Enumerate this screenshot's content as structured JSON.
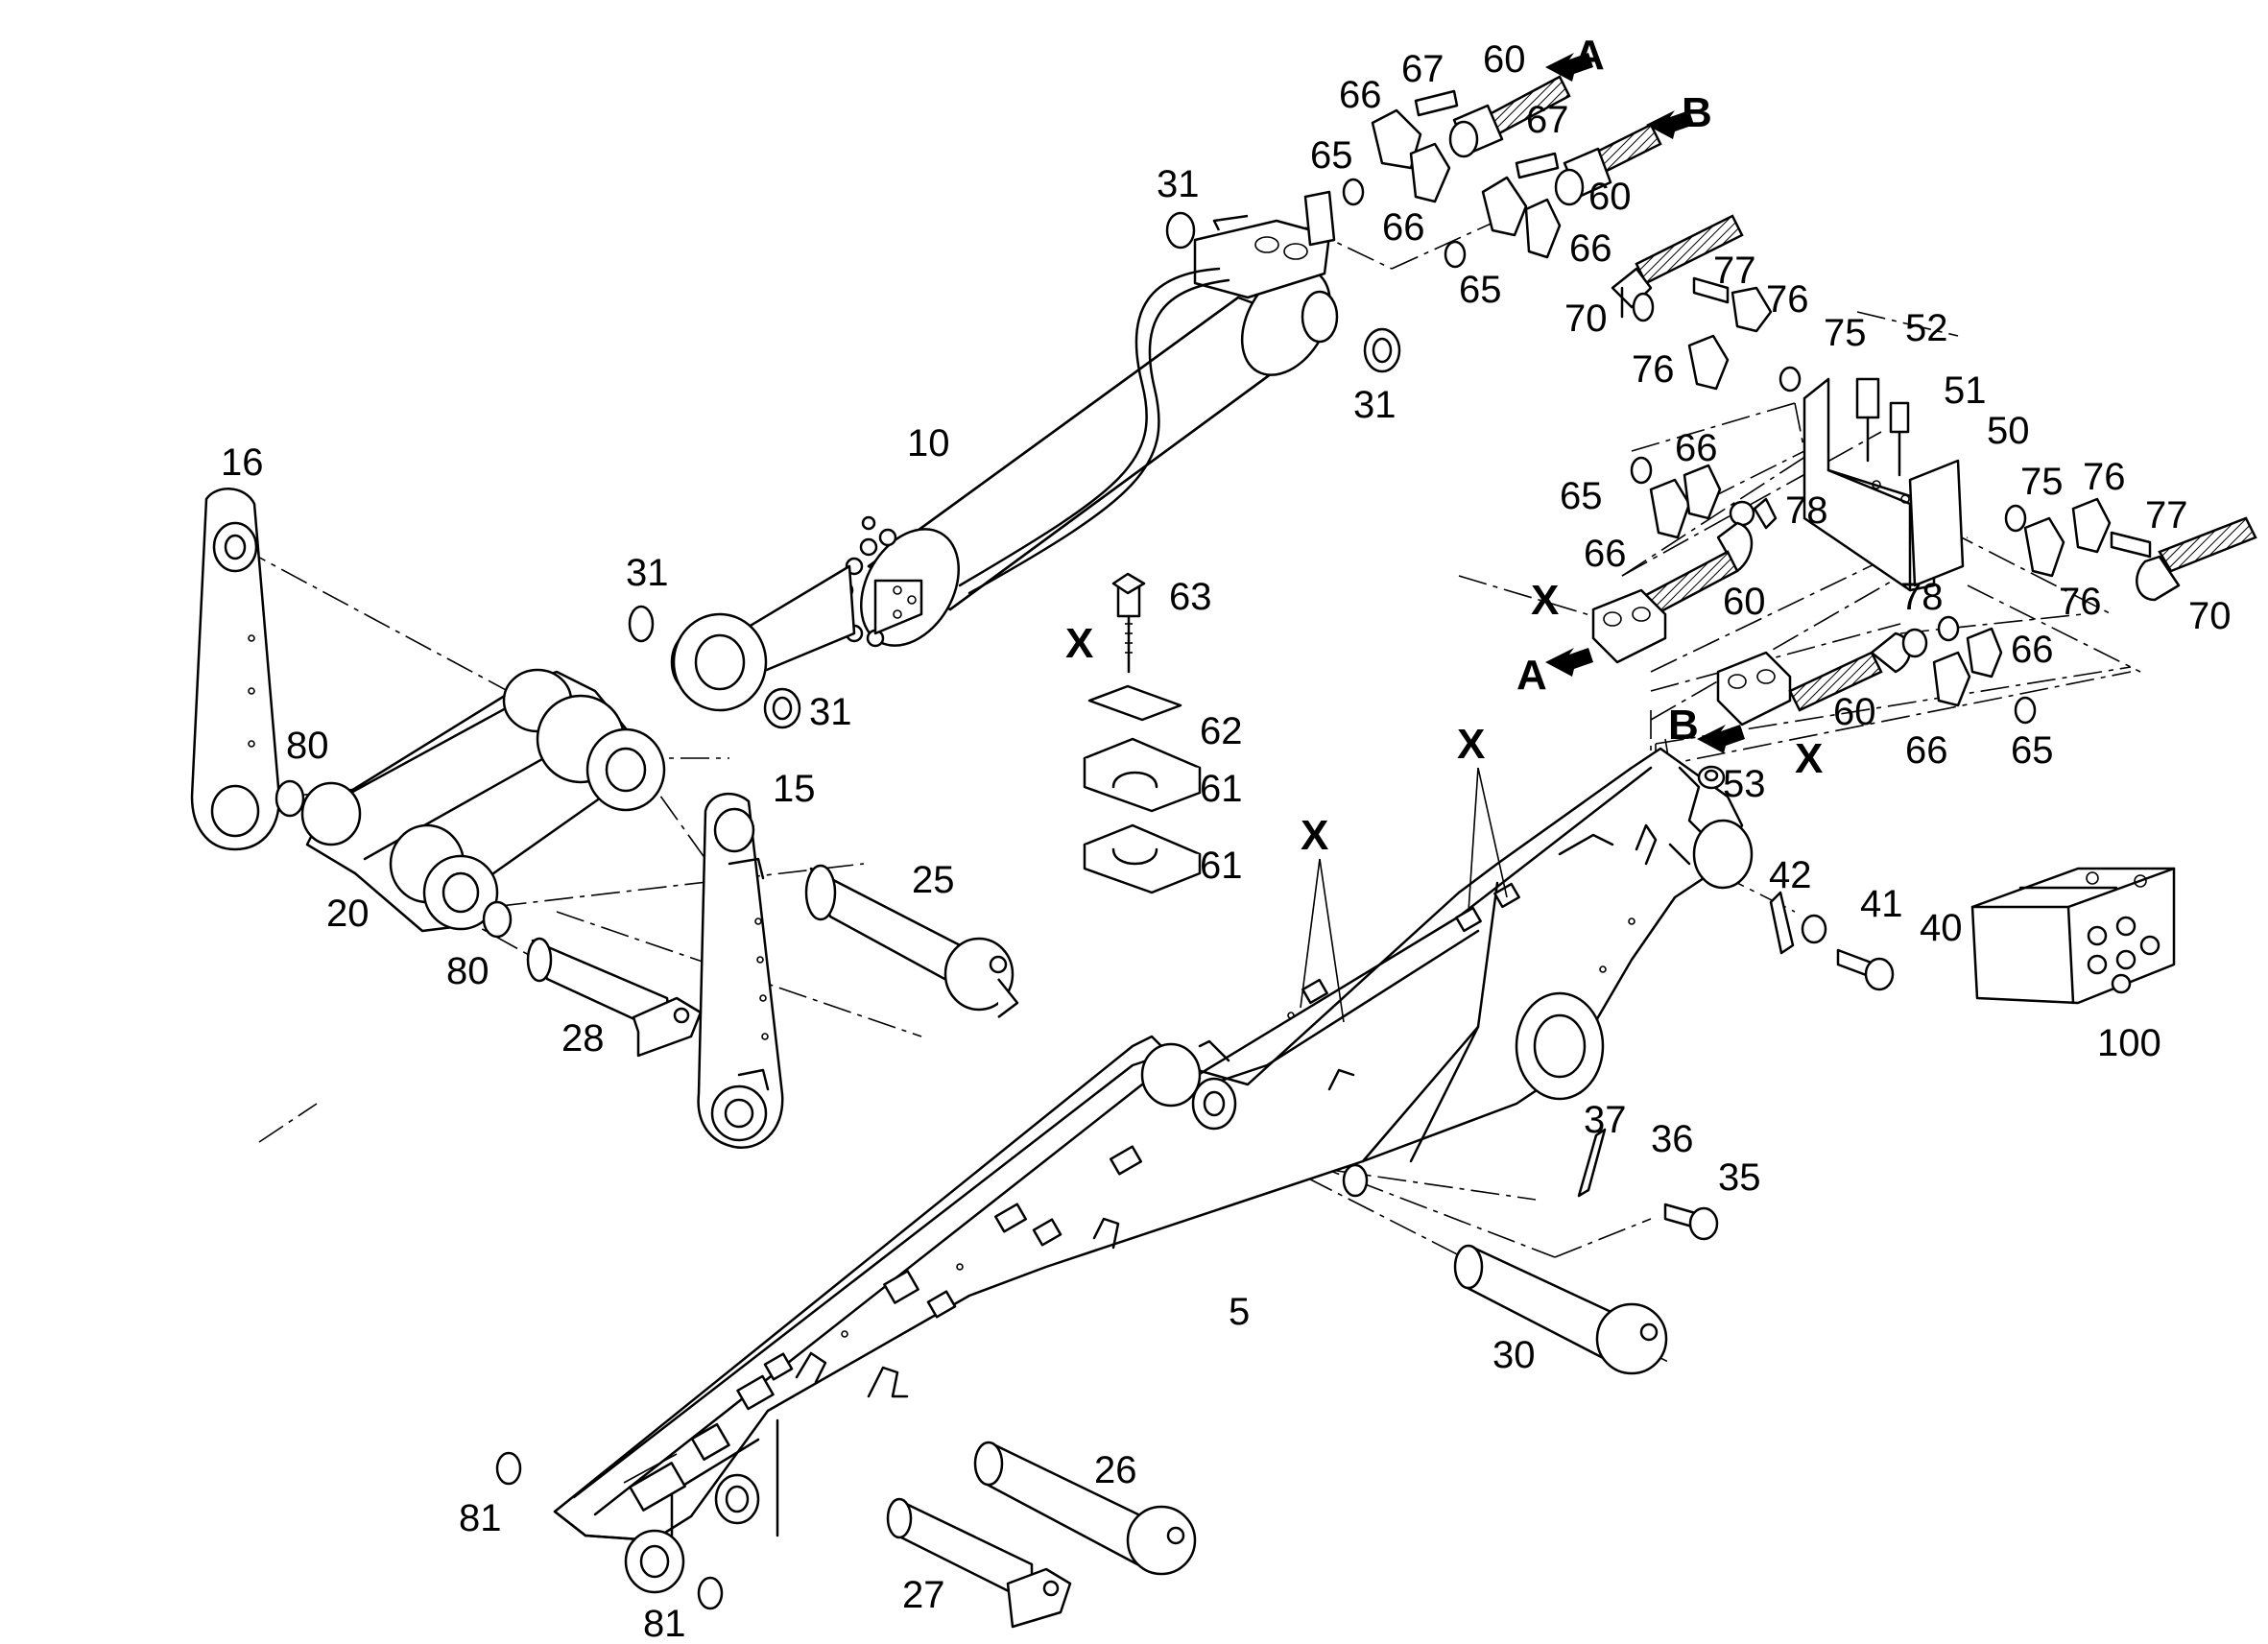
{
  "labels": {
    "p5": "5",
    "p10": "10",
    "p15": "15",
    "p16": "16",
    "p20": "20",
    "p25": "25",
    "p26": "26",
    "p27": "27",
    "p28": "28",
    "p30": "30",
    "p31a": "31",
    "p31b": "31",
    "p31c": "31",
    "p31d": "31",
    "p35": "35",
    "p36": "36",
    "p37": "37",
    "p40": "40",
    "p41": "41",
    "p42": "42",
    "p50": "50",
    "p51": "51",
    "p52": "52",
    "p53": "53",
    "p60a": "60",
    "p60b": "60",
    "p60c": "60",
    "p60d": "60",
    "p61a": "61",
    "p61b": "61",
    "p62": "62",
    "p63": "63",
    "p65a": "65",
    "p65b": "65",
    "p65c": "65",
    "p65d": "65",
    "p66a": "66",
    "p66b": "66",
    "p66c": "66",
    "p66d": "66",
    "p66e": "66",
    "p66f": "66",
    "p66g": "66",
    "p67a": "67",
    "p67b": "67",
    "p70a": "70",
    "p70b": "70",
    "p75a": "75",
    "p75b": "75",
    "p76a": "76",
    "p76b": "76",
    "p76c": "76",
    "p76d": "76",
    "p77a": "77",
    "p77b": "77",
    "p78a": "78",
    "p78b": "78",
    "p80a": "80",
    "p80b": "80",
    "p81a": "81",
    "p81b": "81",
    "p100": "100"
  },
  "markers": {
    "x1": "X",
    "x2": "X",
    "x3": "X",
    "x4": "X",
    "x5": "X",
    "a1": "A",
    "a2": "A",
    "b1": "B",
    "b2": "B"
  }
}
